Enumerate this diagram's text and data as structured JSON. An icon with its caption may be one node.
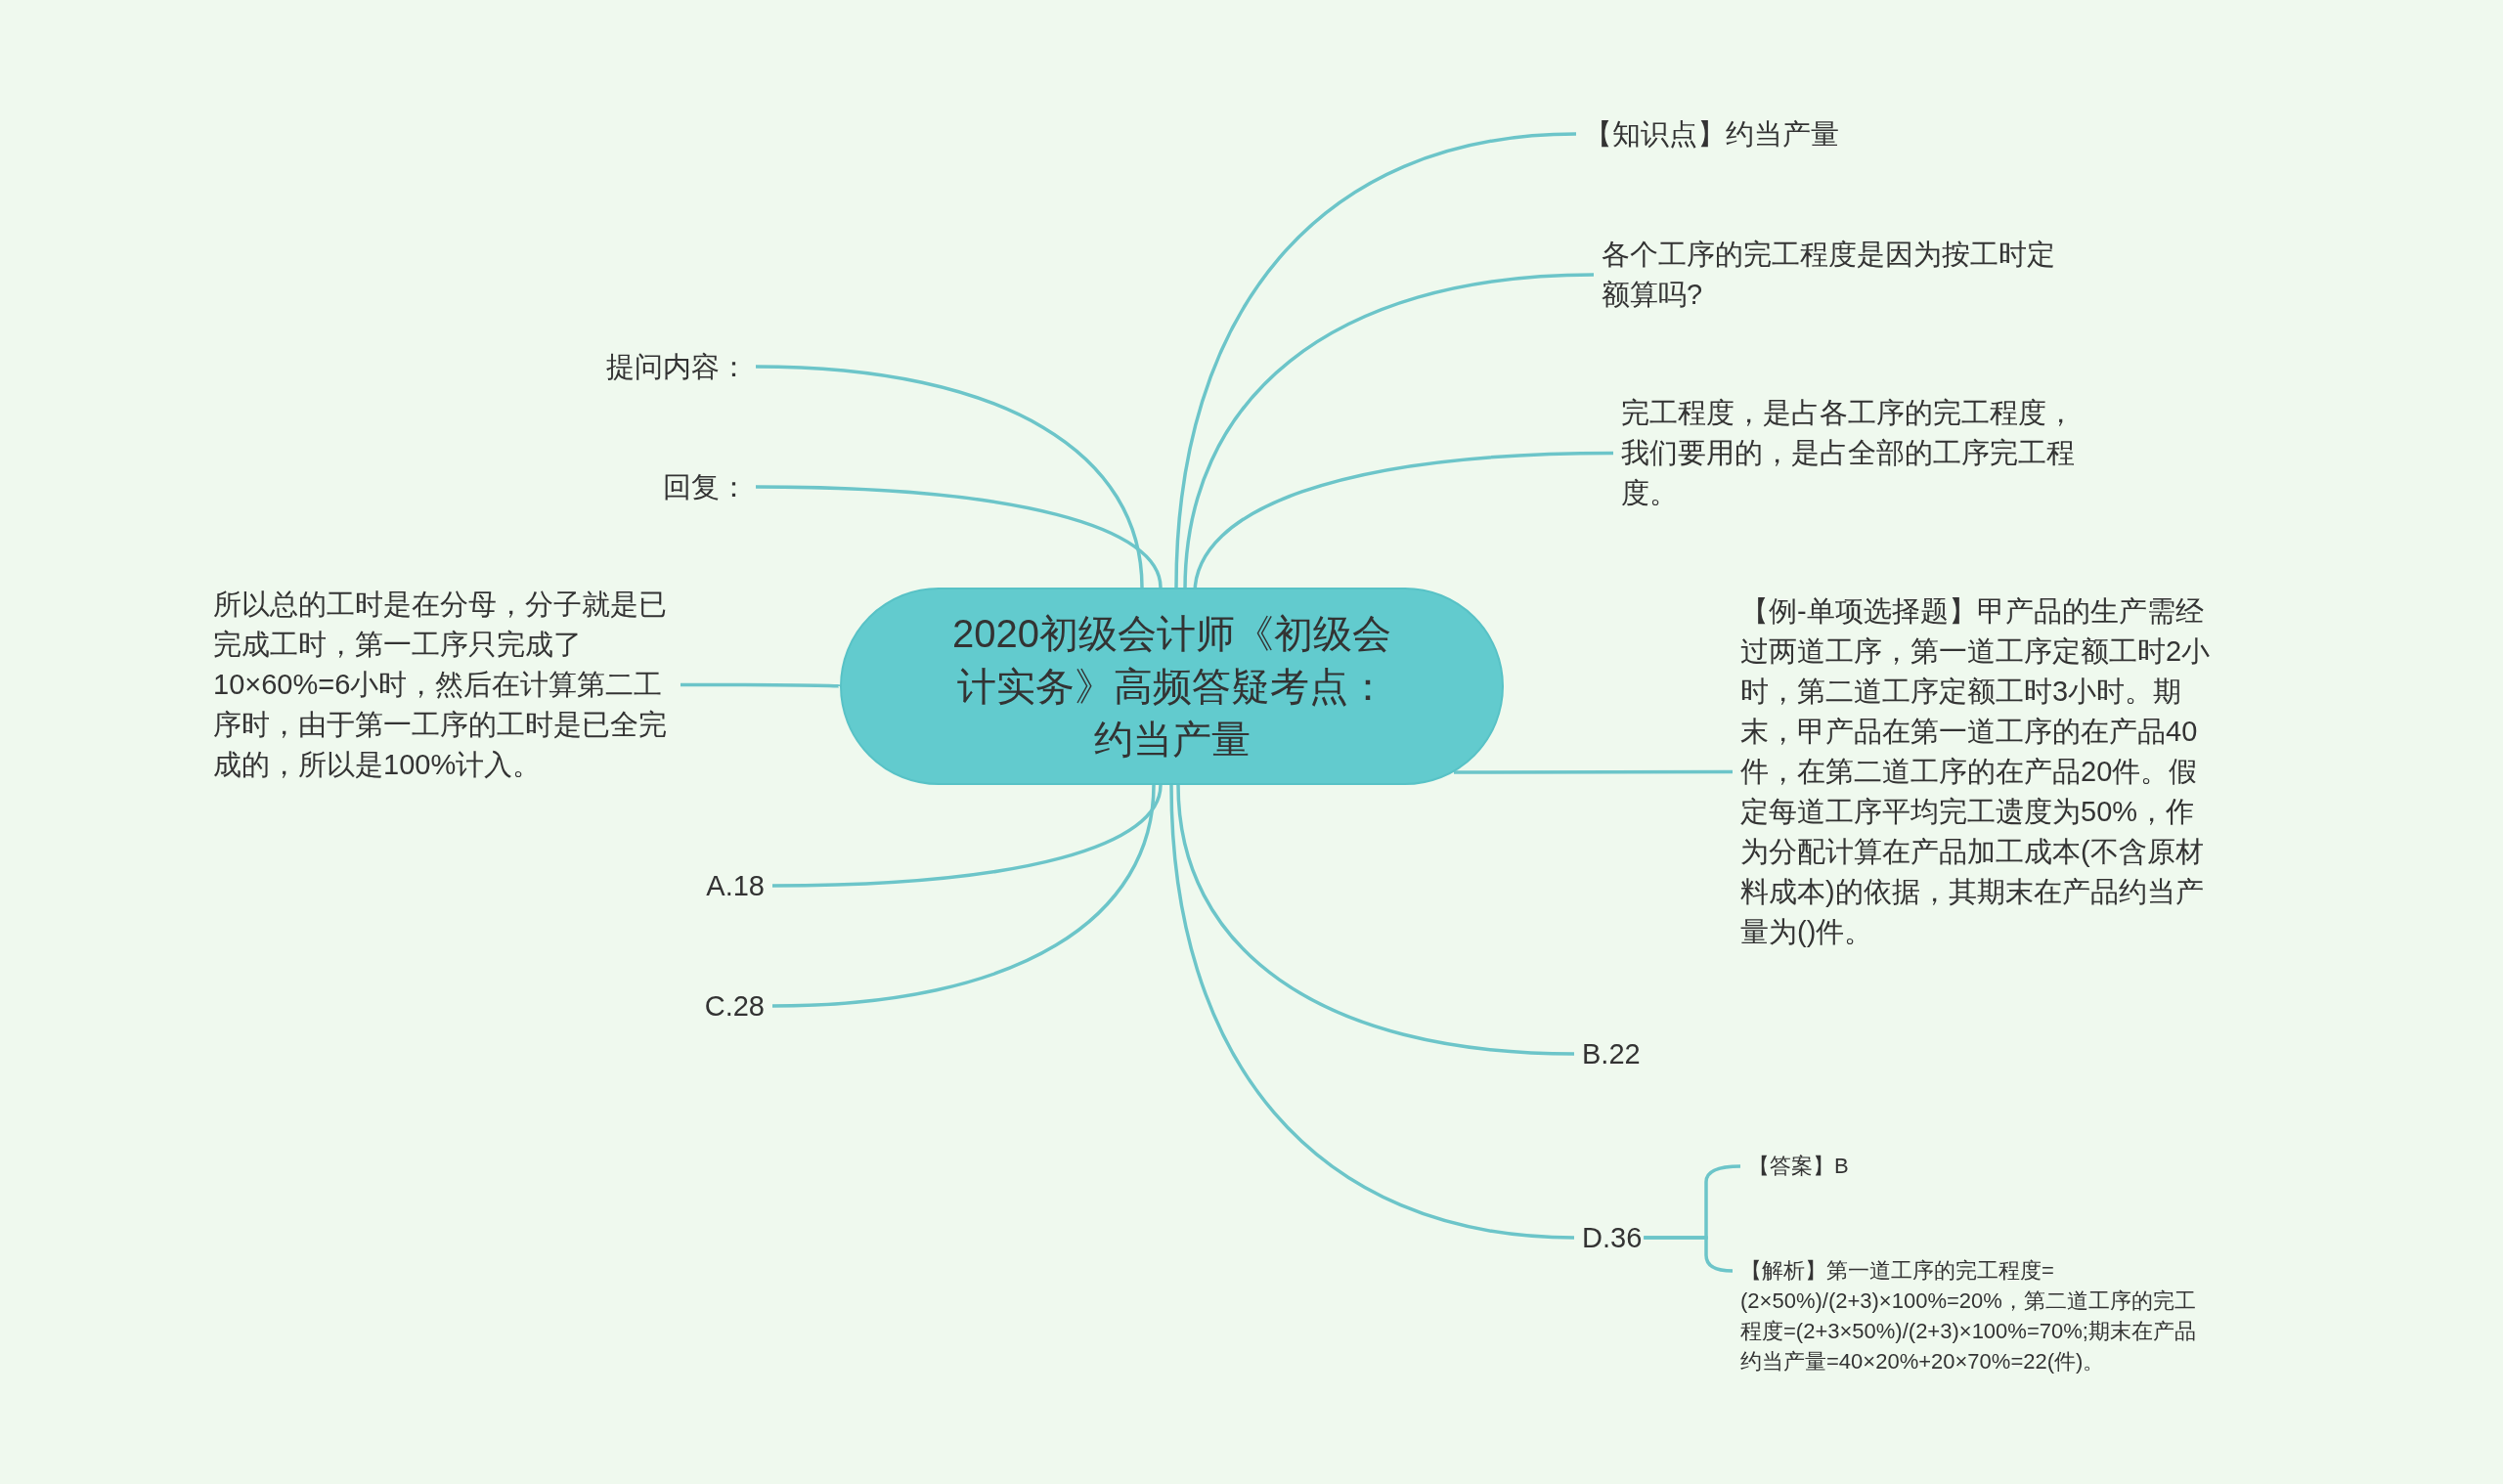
{
  "diagram": {
    "nodes": [
      {
        "text": [
          "2020初级会计师《初级会计实务》高频答疑考点：约当产量"
        ]
      },
      {
        "text": [
          "【知识点】约当产量"
        ]
      },
      {
        "text": [
          "各个工序的完工程度是因为按工时定额算吗?"
        ]
      },
      {
        "text": [
          "完工程度，是占各工序的完工程度，我们要用的，是占全部的工序完工程度。"
        ]
      },
      {
        "text": [
          "【例-单项选择题】甲产品的生产需经过两道工序，第一道工序定额工时2小时，第二道工序定额工时3小时。期末，甲产品在第一道工序的在产品40件，在第二道工序的在产品20件。假定每道工序平均完工遗度为50%，作为分配计算在产品加工成本(不含原材料成本)的依据，其期末在产品约当产量为()件。"
        ]
      },
      {
        "text": [
          "B.22"
        ]
      },
      {
        "text": [
          "D.36"
        ]
      },
      {
        "text": [
          "【答案】B"
        ]
      },
      {
        "text": [
          "【解析】第一道工序的完工程度=(2×50%)/(2+3)×100%=20%，第二道工序的完工程度=(2+3×50%)/(2+3)×100%=70%;期末在产品约当产量=40×20%+20×70%=22(件)。"
        ]
      },
      {
        "text": [
          "提问内容："
        ]
      },
      {
        "text": [
          "回复："
        ]
      },
      {
        "text": [
          "所以总的工时是在分母，分子就是已完成工时，第一工序只完成了10×60%=6小时，然后在计算第二工序时，由于第一工序的工时是已全完成的，所以是100%计入。"
        ]
      },
      {
        "text": [
          "A.18"
        ]
      },
      {
        "text": [
          "C.28"
        ]
      }
    ],
    "edges": [
      {
        "from": 0,
        "to": 1,
        "arrow": "none"
      },
      {
        "from": 0,
        "to": 2,
        "arrow": "none"
      },
      {
        "from": 0,
        "to": 3,
        "arrow": "none"
      },
      {
        "from": 0,
        "to": 4,
        "arrow": "none"
      },
      {
        "from": 0,
        "to": 5,
        "arrow": "none"
      },
      {
        "from": 0,
        "to": 6,
        "arrow": "none"
      },
      {
        "from": 6,
        "to": 7,
        "arrow": "none"
      },
      {
        "from": 6,
        "to": 8,
        "arrow": "none"
      },
      {
        "from": 0,
        "to": 9,
        "arrow": "none"
      },
      {
        "from": 0,
        "to": 10,
        "arrow": "none"
      },
      {
        "from": 0,
        "to": 11,
        "arrow": "none"
      },
      {
        "from": 0,
        "to": 12,
        "arrow": "none"
      },
      {
        "from": 0,
        "to": 13,
        "arrow": "none"
      }
    ]
  }
}
